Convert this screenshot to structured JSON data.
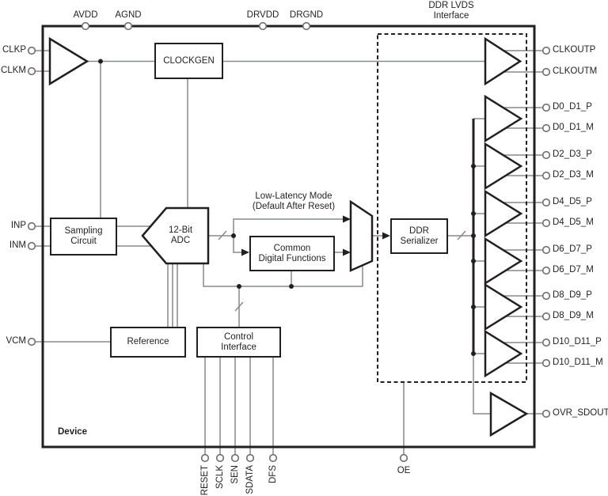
{
  "device_label": "Device",
  "interface_label": {
    "line1": "DDR LVDS",
    "line2": "Interface"
  },
  "annotation": {
    "line1": "Low-Latency Mode",
    "line2": "(Default After Reset)"
  },
  "blocks": {
    "clockgen": {
      "label": "CLOCKGEN"
    },
    "sampling": {
      "line1": "Sampling",
      "line2": "Circuit"
    },
    "adc": {
      "line1": "12-Bit",
      "line2": "ADC"
    },
    "cdf": {
      "line1": "Common",
      "line2": "Digital Functions"
    },
    "serializer": {
      "line1": "DDR",
      "line2": "Serializer"
    },
    "reference": {
      "label": "Reference"
    },
    "control": {
      "line1": "Control",
      "line2": "Interface"
    }
  },
  "pins": {
    "top": [
      "AVDD",
      "AGND",
      "DRVDD",
      "DRGND"
    ],
    "left": [
      "CLKP",
      "CLKM",
      "INP",
      "INM",
      "VCM"
    ],
    "right": [
      "CLKOUTP",
      "CLKOUTM",
      "D0_D1_P",
      "D0_D1_M",
      "D2_D3_P",
      "D2_D3_M",
      "D4_D5_P",
      "D4_D5_M",
      "D6_D7_P",
      "D6_D7_M",
      "D8_D9_P",
      "D8_D9_M",
      "D10_D11_P",
      "D10_D11_M",
      "OVR_SDOUT"
    ],
    "bottom": [
      "RESET",
      "SCLK",
      "SEN",
      "SDATA",
      "DFS",
      "OE"
    ]
  },
  "colors": {
    "ink": "#231f20",
    "wire": "#87898c",
    "background": "#ffffff"
  }
}
